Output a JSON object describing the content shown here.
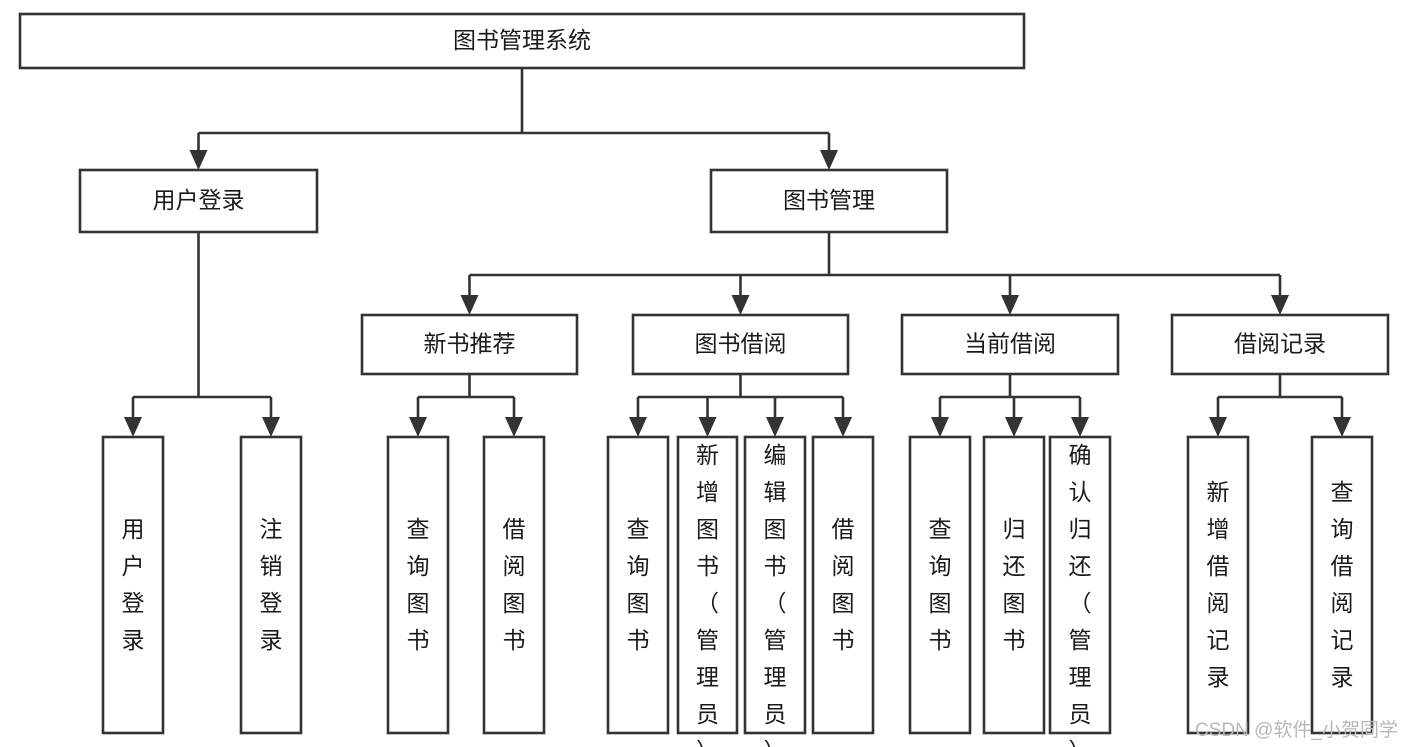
{
  "diagram": {
    "title": "图书管理系统",
    "type": "tree-hierarchy-diagram",
    "root": {
      "id": "root",
      "label": "图书管理系统"
    },
    "level2": [
      {
        "id": "user-login",
        "label": "用户登录"
      },
      {
        "id": "book-manage",
        "label": "图书管理"
      }
    ],
    "level3": [
      {
        "id": "new-book-recommend",
        "label": "新书推荐"
      },
      {
        "id": "book-borrow",
        "label": "图书借阅"
      },
      {
        "id": "current-borrow",
        "label": "当前借阅"
      },
      {
        "id": "borrow-record",
        "label": "借阅记录"
      }
    ],
    "leaves": {
      "user-login": [
        {
          "id": "leaf-user-login",
          "label": "用户登录"
        },
        {
          "id": "leaf-logout-login",
          "label": "注销登录"
        }
      ],
      "new-book-recommend": [
        {
          "id": "leaf-query-book-1",
          "label": "查询图书"
        },
        {
          "id": "leaf-borrow-book-1",
          "label": "借阅图书"
        }
      ],
      "book-borrow": [
        {
          "id": "leaf-query-book-2",
          "label": "查询图书"
        },
        {
          "id": "leaf-add-book",
          "label": "新增图书（管理员）"
        },
        {
          "id": "leaf-edit-book",
          "label": "编辑图书（管理员）"
        },
        {
          "id": "leaf-borrow-book-2",
          "label": "借阅图书"
        }
      ],
      "current-borrow": [
        {
          "id": "leaf-query-book-3",
          "label": "查询图书"
        },
        {
          "id": "leaf-return-book",
          "label": "归还图书"
        },
        {
          "id": "leaf-confirm-return",
          "label": "确认归还（管理员）"
        }
      ],
      "borrow-record": [
        {
          "id": "leaf-add-record",
          "label": "新增借阅记录"
        },
        {
          "id": "leaf-query-record",
          "label": "查询借阅记录"
        }
      ]
    }
  },
  "watermark": {
    "text": "CSDN @软件_小贺同学"
  },
  "colors": {
    "stroke": "#333333",
    "fill": "#ffffff",
    "text": "#1a1a1a",
    "watermark": "#b8b8b8"
  }
}
